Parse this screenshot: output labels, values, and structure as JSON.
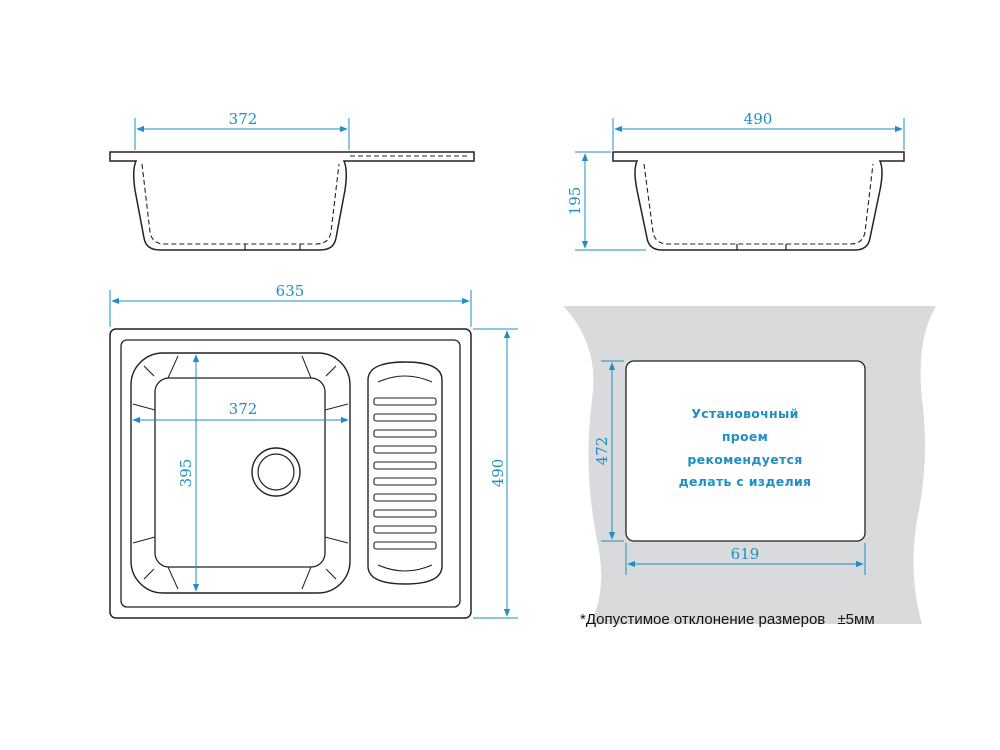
{
  "dimensions": {
    "side_bowl_width": "372",
    "end_width": "490",
    "depth": "195",
    "overall_width": "635",
    "overall_height": "490",
    "bowl_width": "372",
    "bowl_height": "395",
    "cutout_height": "472",
    "cutout_width": "619"
  },
  "cutout_note": {
    "lines": [
      "Установочный",
      "проем",
      "рекомендуется",
      "делать с изделия"
    ]
  },
  "tolerance_note": {
    "prefix": "*Допустимое отклонение размеров",
    "value": "±5мм"
  },
  "colors": {
    "dimension": "#1f8fc4",
    "outline": "#222222",
    "countertop": "#d9dadb"
  }
}
